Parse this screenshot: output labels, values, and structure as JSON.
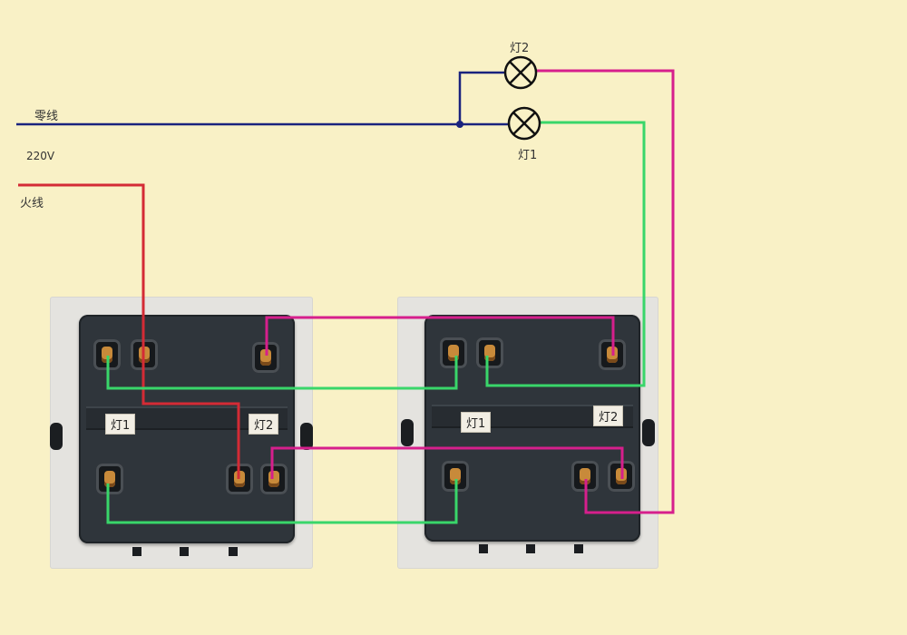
{
  "labels": {
    "neutral": "零线",
    "voltage": "220V",
    "live": "火线",
    "lamp1": "灯1",
    "lamp2": "灯2"
  },
  "switches": [
    {
      "tag_left": "灯1",
      "tag_right": "灯2"
    },
    {
      "tag_left": "灯1",
      "tag_right": "灯2"
    }
  ],
  "colors": {
    "background": "#f9f1c6",
    "neutral_wire": "#1a237e",
    "live_wire": "#d42b35",
    "lamp1_wire": "#39d66a",
    "lamp2_wire": "#d61f8c",
    "switch_body": "#2f353b",
    "switch_plate": "#e4e3df"
  },
  "icons": [
    "lamp-icon",
    "lamp-icon"
  ]
}
